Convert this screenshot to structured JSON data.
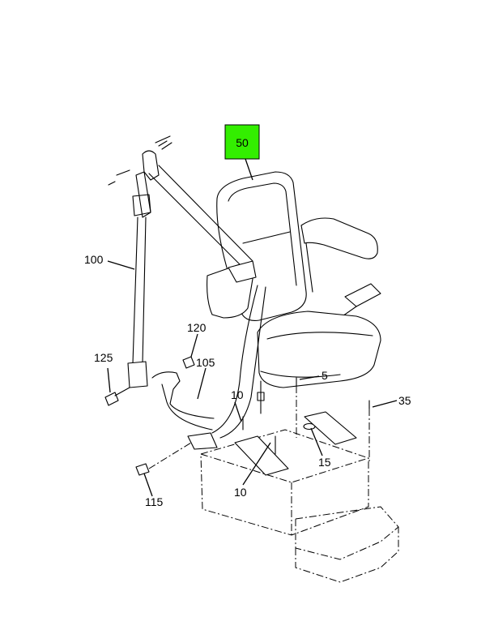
{
  "highlight_color": "#33ee00",
  "callouts": {
    "c50": "50",
    "c100": "100",
    "c120": "120",
    "c105": "105",
    "c125": "125",
    "c5": "5",
    "c35": "35",
    "c10a": "10",
    "c15": "15",
    "c10b": "10",
    "c115": "115"
  }
}
